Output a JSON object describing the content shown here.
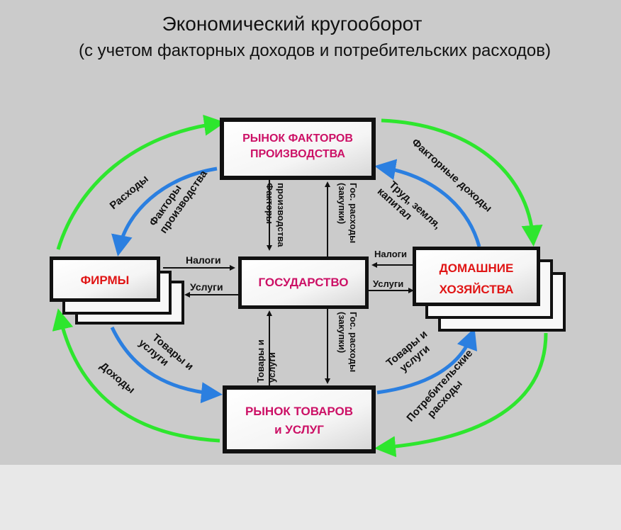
{
  "title": "Экономический кругооборот",
  "subtitle": "(с учетом факторных доходов и потребительских расходов)",
  "colors": {
    "background": "#cbcbcb",
    "green_arrow": "#2ee62e",
    "blue_arrow": "#2b7fe0",
    "magenta_text": "#cc1166",
    "red_text": "#e01515"
  },
  "boxes": {
    "factor_market": {
      "line1": "РЫНОК ФАКТОРОВ",
      "line2": "ПРОИЗВОДСТВА"
    },
    "firms": {
      "label": "ФИРМЫ"
    },
    "state": {
      "label": "ГОСУДАРСТВО"
    },
    "households": {
      "line1": "ДОМАШНИЕ",
      "line2": "ХОЗЯЙСТВА"
    },
    "goods_market": {
      "line1": "РЫНОК  ТОВАРОВ",
      "line2": "и УСЛУГ"
    }
  },
  "labels": {
    "expenses": "Расходы",
    "factors_of_production_1": "Факторы",
    "factors_of_production_2": "производства",
    "factor_incomes": "Факторные доходы",
    "labor_land_capital_1": "Труд, земля,",
    "labor_land_capital_2": "капитал",
    "incomes": "Доходы",
    "goods_services_firms_1": "Товары и",
    "goods_services_firms_2": "услуги",
    "goods_services_hh_1": "Товары и",
    "goods_services_hh_2": "услуги",
    "consumer_expenses_1": "Потребительские",
    "consumer_expenses_2": "расходы",
    "taxes_firms": "Налоги",
    "services_firms": "Услуги",
    "taxes_hh": "Налоги",
    "services_hh": "Услуги",
    "vert_factors_1": "Факторы",
    "vert_factors_2": "производства",
    "vert_gov_top_1": "Гос. расходы",
    "vert_gov_top_2": "(закупки)",
    "vert_goods_1": "Товары и",
    "vert_goods_2": "услуги",
    "vert_gov_bottom_1": "Гос. расходы",
    "vert_gov_bottom_2": "(закупки)"
  }
}
